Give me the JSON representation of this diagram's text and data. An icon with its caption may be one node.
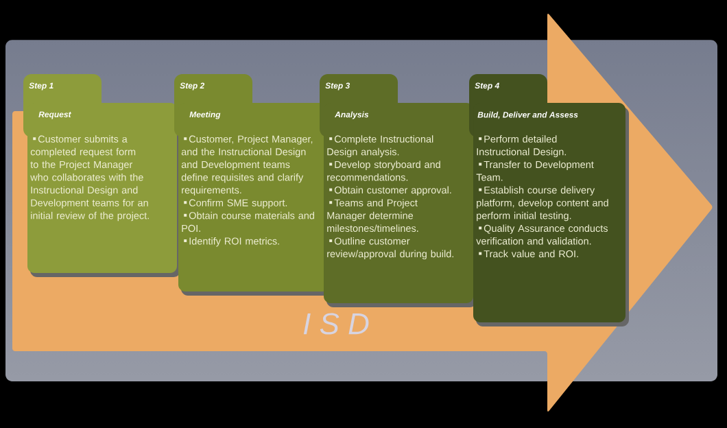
{
  "diagram": {
    "nodes": [
      {
        "text": [
          "I S D"
        ]
      },
      {
        "in": 0,
        "text": [
          "Step 1",
          "Request",
          "Customer submits a completed request form to the Project Manager who collaborates with the Instructional Design and Development teams for an initial review of the project."
        ]
      },
      {
        "in": 0,
        "text": [
          "Step 2",
          "Meeting",
          "Customer, Project Manager, and the Instructional Design and Development teams define requisites and clarify requirements.",
          "Confirm SME support.",
          "Obtain course materials and POI.",
          "Identify ROI metrics."
        ]
      },
      {
        "in": 0,
        "text": [
          "Step 3",
          "Analysis",
          "Complete Instructional Design analysis.",
          "Develop storyboard and recommendations.",
          "Obtain customer approval.",
          "Teams and Project Manager determine milestones/timelines.",
          "Outline customer review/approval during build."
        ]
      },
      {
        "in": 0,
        "text": [
          "Step 4",
          "Build, Deliver and Assess",
          "Perform detailed Instructional Design.",
          "Transfer to Development Team.",
          "Establish course delivery platform, develop content and perform initial testing.",
          "Quality Assurance conducts verification and validation.",
          "Track value and ROI."
        ]
      }
    ]
  }
}
